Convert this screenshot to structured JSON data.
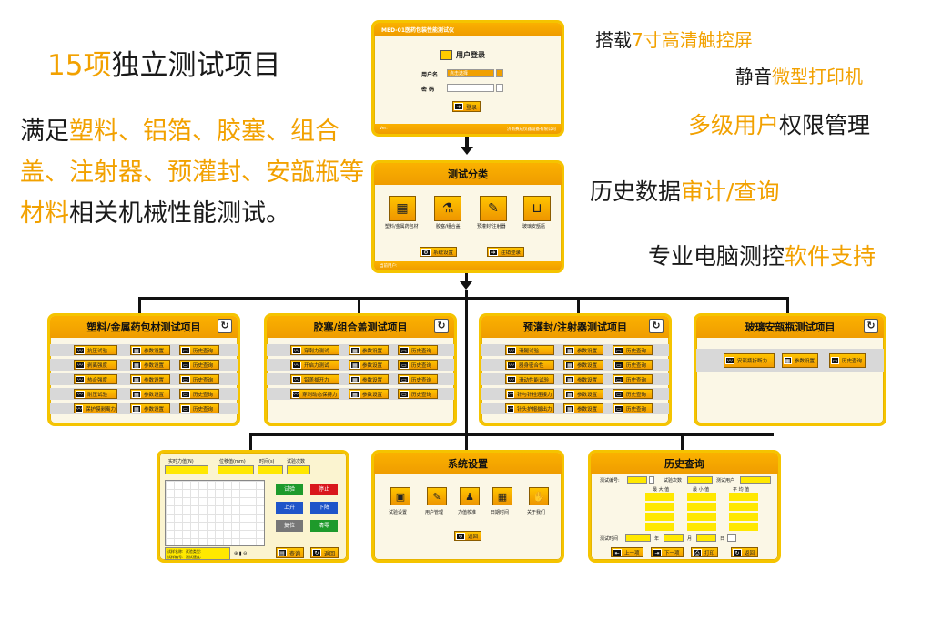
{
  "left": {
    "headline_num": "15项",
    "headline_rest": "独立测试项目",
    "desc_p1": "满足",
    "desc_p2": "塑料、铝箔、胶塞、组合盖、注射器、预灌封、安瓿瓶等材料",
    "desc_p3": "相关机械性能测试。"
  },
  "features": [
    {
      "a": "搭载",
      "b": "7寸高清触控屏",
      "c": ""
    },
    {
      "a": "静音",
      "b": "微型打印机",
      "c": ""
    },
    {
      "a": "",
      "b": "多级用户",
      "c": "权限管理"
    },
    {
      "a": "历史数据",
      "b": "审计/查询",
      "c": ""
    },
    {
      "a": "专业电脑测控",
      "b": "软件支持",
      "c": ""
    }
  ],
  "login": {
    "header": "MED-01医药包装性能测试仪",
    "title": "用户登录",
    "username_label": "用户名",
    "username_value": "点击选择",
    "password_label": "密  码",
    "login_btn": "登录",
    "footer_left": "Ver:",
    "footer_right": "济南赛成仪器设备有限公司"
  },
  "category": {
    "title": "测试分类",
    "tiles": [
      "塑料/金属药包材",
      "胶塞/组合盖",
      "预灌封/注射器",
      "玻璃安瓿瓶"
    ],
    "btn_settings": "系统设置",
    "btn_logout": "注销登录",
    "footer": "当前用户:"
  },
  "plastic": {
    "title": "塑料/金属药包材测试项目",
    "rows": [
      [
        "抗压试验",
        "参数设置",
        "历史查询"
      ],
      [
        "剥离强度",
        "参数设置",
        "历史查询"
      ],
      [
        "热合强度",
        "参数设置",
        "历史查询"
      ],
      [
        "耐压试验",
        "参数设置",
        "历史查询"
      ],
      [
        "保护膜剥离力",
        "参数设置",
        "历史查询"
      ]
    ]
  },
  "stopper": {
    "title": "胶塞/组合盖测试项目",
    "rows": [
      [
        "穿刺力测试",
        "参数设置",
        "历史查询"
      ],
      [
        "开启力测试",
        "参数设置",
        "历史查询"
      ],
      [
        "铝盖拔开力",
        "参数设置",
        "历史查询"
      ],
      [
        "穿刺动态保持力",
        "参数设置",
        "历史查询"
      ]
    ]
  },
  "syringe": {
    "title": "预灌封/注射器测试项目",
    "rows": [
      [
        "滑腿试验",
        "参数设置",
        "历史查询"
      ],
      [
        "器身密合性",
        "参数设置",
        "历史查询"
      ],
      [
        "滑动性能试验",
        "参数设置",
        "历史查询"
      ],
      [
        "针与针栓连接力",
        "参数设置",
        "历史查询"
      ],
      [
        "针头护帽拔出力",
        "参数设置",
        "历史查询"
      ]
    ]
  },
  "ampoule": {
    "title": "玻璃安瓿瓶测试项目",
    "rows": [
      [
        "安瓿瓶折断力",
        "参数设置",
        "历史查询"
      ]
    ]
  },
  "test": {
    "labels": [
      "实时力值(N)",
      "位移值(mm)",
      "时间(s)",
      "试验次数"
    ],
    "buttons": [
      {
        "label": "试验",
        "color": "#1e9a2b"
      },
      {
        "label": "停止",
        "color": "#d9171c"
      },
      {
        "label": "上升",
        "color": "#1f55c9"
      },
      {
        "label": "下降",
        "color": "#1f55c9"
      },
      {
        "label": "复位",
        "color": "#777777"
      },
      {
        "label": "清零",
        "color": "#1e9a2b"
      }
    ],
    "info1": "试样名称:",
    "info2": "试验类型:",
    "info3": "试样编号:",
    "info4": "测试速度:",
    "query_btn": "查询",
    "back_btn": "返回"
  },
  "system": {
    "title": "系统设置",
    "tiles": [
      "试验设置",
      "用户管理",
      "力值校准",
      "日期时间",
      "关于我们"
    ],
    "back_btn": "返回"
  },
  "history": {
    "title": "历史查询",
    "test_no": "测试编号:",
    "test_count": "试验次数",
    "test_user": "测试用户",
    "col_max": "最 大 值",
    "col_min": "最 小 值",
    "col_avg": "平 均 值",
    "time_label": "测试时间",
    "year": "年",
    "month": "月",
    "day": "日",
    "btn_prev": "上一项",
    "btn_next": "下一项",
    "btn_print": "打印",
    "btn_back": "返回"
  },
  "icons": {
    "arrow": "arrow-down-icon",
    "refresh": "refresh-icon"
  }
}
